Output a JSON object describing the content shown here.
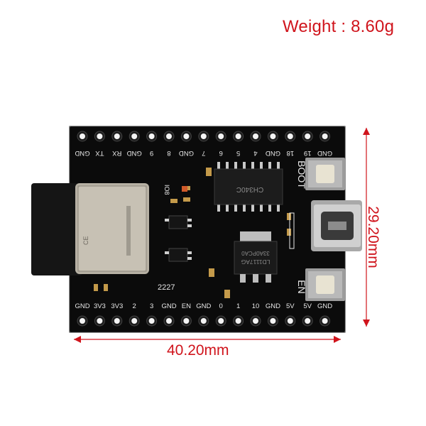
{
  "weight_label": "Weight : 8.60g",
  "width_label": "40.20mm",
  "height_label": "29.20mm",
  "colors": {
    "dimension": "#d0141c",
    "pcb": "#0b0b0b",
    "silk": "#e8e8e8"
  },
  "top_pins": [
    "GND",
    "TX",
    "RX",
    "GND",
    "9",
    "8",
    "GND",
    "7",
    "6",
    "5",
    "4",
    "GND",
    "18",
    "19",
    "GND"
  ],
  "bottom_pins": [
    "GND",
    "3V3",
    "3V3",
    "2",
    "3",
    "GND",
    "EN",
    "GND",
    "0",
    "1",
    "10",
    "GND",
    "5V",
    "5V",
    "GND"
  ],
  "silk": {
    "boot": "BOOT",
    "en": "EN",
    "io8": "IO8",
    "usb_chip": "CH340C",
    "regulator": "LD1117AG",
    "regulator_code": "33A0PCA0",
    "module_ce": "CE",
    "number": "2227"
  },
  "icons": [
    "usb-c-port",
    "boot-button",
    "en-button",
    "esp32-module"
  ]
}
